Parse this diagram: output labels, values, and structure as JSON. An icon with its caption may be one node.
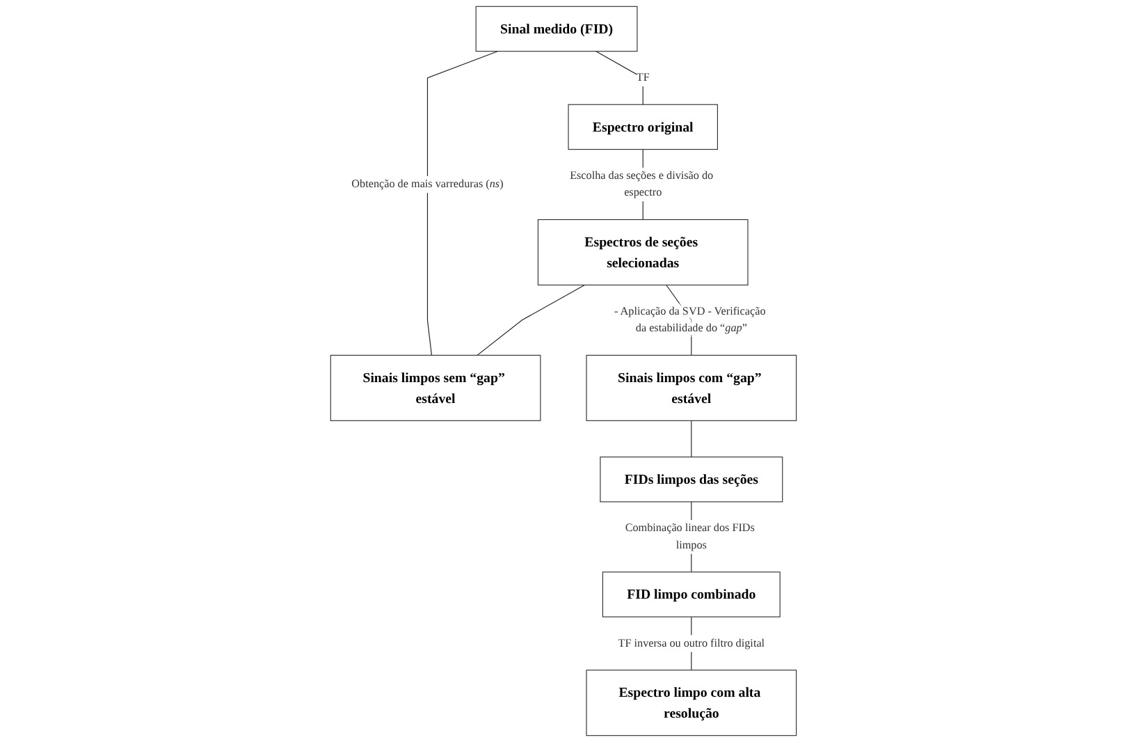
{
  "diagram": {
    "nodes": [
      {
        "text": [
          "Sinal medido (FID)"
        ]
      },
      {
        "text": [
          "Espectro original"
        ]
      },
      {
        "text": [
          "Espectros de seções selecionadas"
        ]
      },
      {
        "text": [
          "Sinais limpos sem “gap” estável"
        ]
      },
      {
        "text": [
          "Sinais limpos com “gap” estável"
        ]
      },
      {
        "text": [
          "FID limpo combinado"
        ]
      },
      {
        "text": [
          "FIDs limpos das seções"
        ]
      },
      {
        "text": [
          "Espectro limpo com alta resolução"
        ]
      }
    ],
    "edges": [
      {
        "from": 0,
        "to": 1,
        "arrow": "none",
        "label": "TF"
      },
      {
        "from": 1,
        "to": 2,
        "arrow": "none",
        "label": "Escolha das seções e divisão do espectro"
      },
      {
        "from": 2,
        "to": 3,
        "arrow": "none"
      },
      {
        "from": 2,
        "to": 4,
        "arrow": "none",
        "label": "- Aplicação da SVD - Verificação da estabilidade do “*gap*”"
      },
      {
        "from": 3,
        "to": 0,
        "arrow": "none",
        "label": "Obtenção de mais varreduras (*ns*)"
      },
      {
        "from": 4,
        "to": 6,
        "arrow": "none"
      },
      {
        "from": 6,
        "to": 5,
        "arrow": "none",
        "label": "Combinação linear dos FIDs limpos"
      },
      {
        "from": 5,
        "to": 7,
        "arrow": "none",
        "label": "TF inversa ou outro filtro digital"
      }
    ]
  }
}
